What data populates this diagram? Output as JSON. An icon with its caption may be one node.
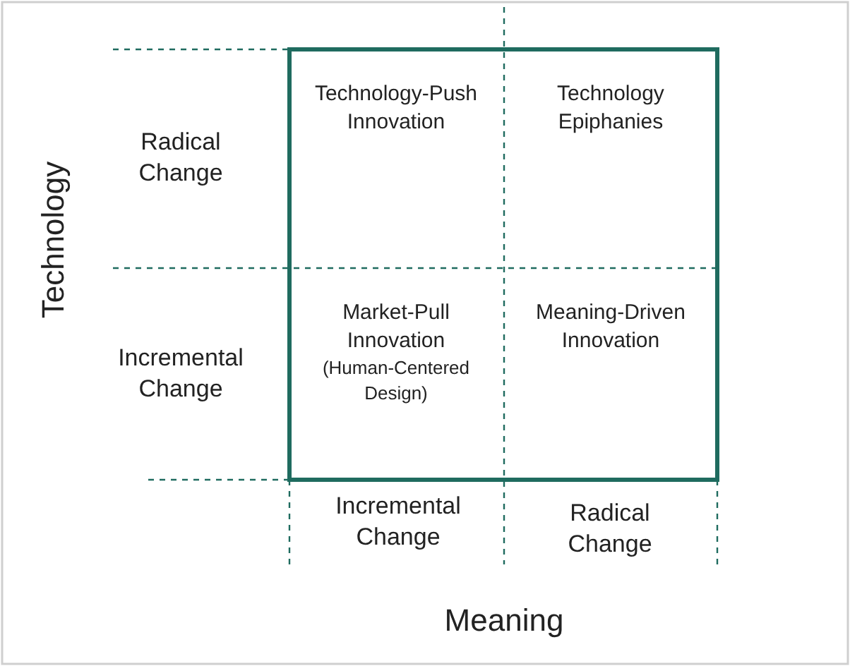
{
  "diagram": {
    "nodes": [
      {
        "text": [
          "Technology-Push Innovation"
        ]
      },
      {
        "text": [
          "Technology Epiphanies"
        ]
      },
      {
        "text": [
          "Market-Pull Innovation",
          "(Human-Centered Design)"
        ]
      },
      {
        "text": [
          "Meaning-Driven Innovation"
        ]
      }
    ],
    "edges": [],
    "labels": [
      "Technology",
      "Radical Change",
      "Incremental Change",
      "Incremental Change",
      "Radical Change",
      "Meaning"
    ]
  }
}
